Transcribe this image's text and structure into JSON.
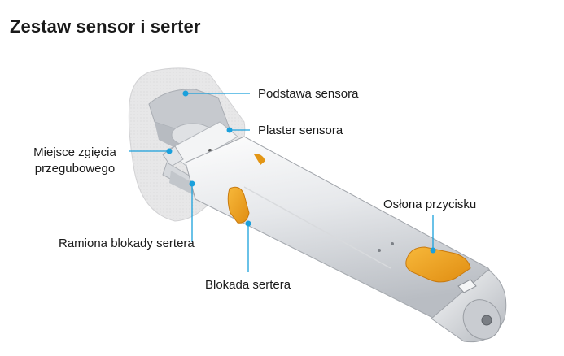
{
  "title": "Zestaw sensor i serter",
  "colors": {
    "callout": "#1aa0dc",
    "orange": "#f0a020",
    "body_light": "#f1f2f4",
    "body_shade": "#c9ccd1",
    "patch": "#e9e9ea"
  },
  "labels": {
    "podstawa": "Podstawa sensora",
    "plaster": "Plaster sensora",
    "miejsce_line1": "Miejsce zgięcia",
    "miejsce_line2": "przegubowego",
    "ramiona": "Ramiona blokady sertera",
    "blokada": "Blokada sertera",
    "oslona": "Osłona przycisku"
  }
}
